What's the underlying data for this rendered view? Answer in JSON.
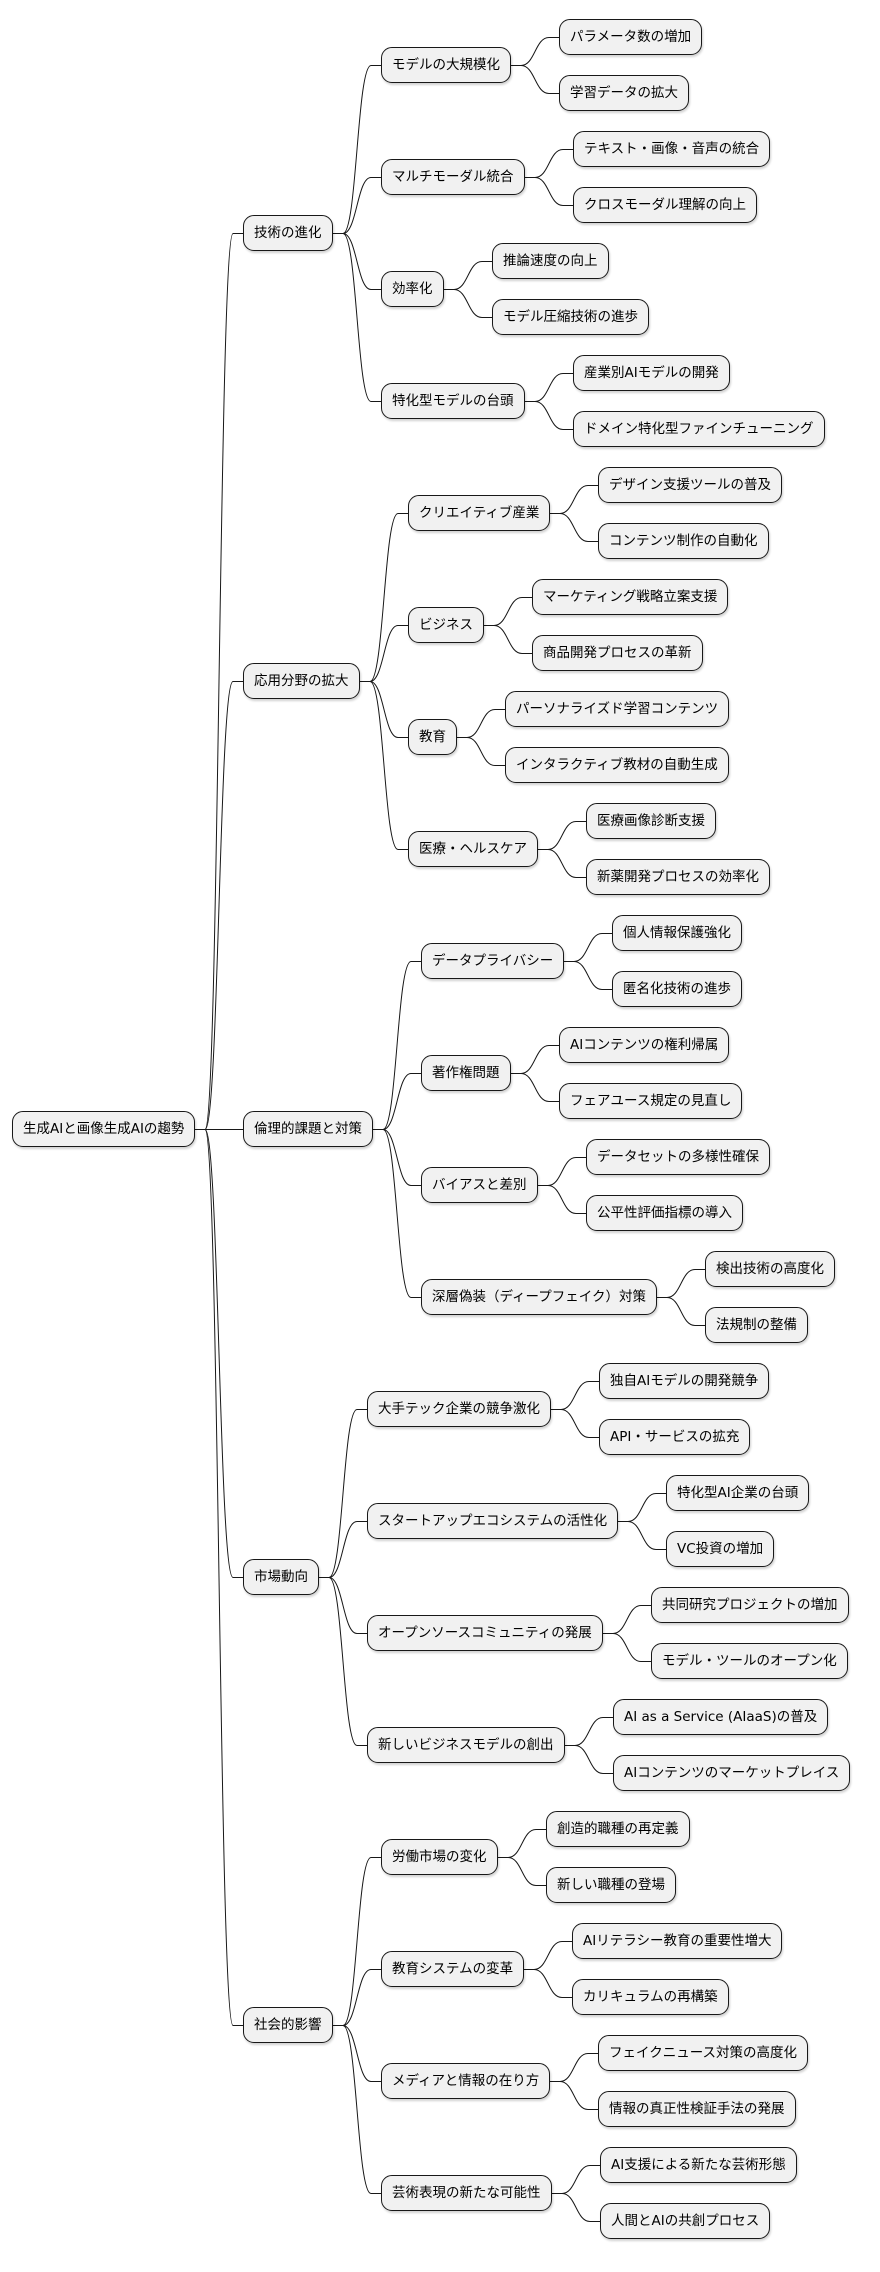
{
  "tree": {
    "label": "生成AIと画像生成AIの趨勢",
    "children": [
      {
        "label": "技術の進化",
        "children": [
          {
            "label": "モデルの大規模化",
            "children": [
              {
                "label": "パラメータ数の増加"
              },
              {
                "label": "学習データの拡大"
              }
            ]
          },
          {
            "label": "マルチモーダル統合",
            "children": [
              {
                "label": "テキスト・画像・音声の統合"
              },
              {
                "label": "クロスモーダル理解の向上"
              }
            ]
          },
          {
            "label": "効率化",
            "children": [
              {
                "label": "推論速度の向上"
              },
              {
                "label": "モデル圧縮技術の進歩"
              }
            ]
          },
          {
            "label": "特化型モデルの台頭",
            "children": [
              {
                "label": "産業別AIモデルの開発"
              },
              {
                "label": "ドメイン特化型ファインチューニング"
              }
            ]
          }
        ]
      },
      {
        "label": "応用分野の拡大",
        "children": [
          {
            "label": "クリエイティブ産業",
            "children": [
              {
                "label": "デザイン支援ツールの普及"
              },
              {
                "label": "コンテンツ制作の自動化"
              }
            ]
          },
          {
            "label": "ビジネス",
            "children": [
              {
                "label": "マーケティング戦略立案支援"
              },
              {
                "label": "商品開発プロセスの革新"
              }
            ]
          },
          {
            "label": "教育",
            "children": [
              {
                "label": "パーソナライズド学習コンテンツ"
              },
              {
                "label": "インタラクティブ教材の自動生成"
              }
            ]
          },
          {
            "label": "医療・ヘルスケア",
            "children": [
              {
                "label": "医療画像診断支援"
              },
              {
                "label": "新薬開発プロセスの効率化"
              }
            ]
          }
        ]
      },
      {
        "label": "倫理的課題と対策",
        "children": [
          {
            "label": "データプライバシー",
            "children": [
              {
                "label": "個人情報保護強化"
              },
              {
                "label": "匿名化技術の進歩"
              }
            ]
          },
          {
            "label": "著作権問題",
            "children": [
              {
                "label": "AIコンテンツの権利帰属"
              },
              {
                "label": "フェアユース規定の見直し"
              }
            ]
          },
          {
            "label": "バイアスと差別",
            "children": [
              {
                "label": "データセットの多様性確保"
              },
              {
                "label": "公平性評価指標の導入"
              }
            ]
          },
          {
            "label": "深層偽装（ディープフェイク）対策",
            "children": [
              {
                "label": "検出技術の高度化"
              },
              {
                "label": "法規制の整備"
              }
            ]
          }
        ]
      },
      {
        "label": "市場動向",
        "children": [
          {
            "label": "大手テック企業の競争激化",
            "children": [
              {
                "label": "独自AIモデルの開発競争"
              },
              {
                "label": "API・サービスの拡充"
              }
            ]
          },
          {
            "label": "スタートアップエコシステムの活性化",
            "children": [
              {
                "label": "特化型AI企業の台頭"
              },
              {
                "label": "VC投資の増加"
              }
            ]
          },
          {
            "label": "オープンソースコミュニティの発展",
            "children": [
              {
                "label": "共同研究プロジェクトの増加"
              },
              {
                "label": "モデル・ツールのオープン化"
              }
            ]
          },
          {
            "label": "新しいビジネスモデルの創出",
            "children": [
              {
                "label": "AI as a Service (AIaaS)の普及"
              },
              {
                "label": "AIコンテンツのマーケットプレイス"
              }
            ]
          }
        ]
      },
      {
        "label": "社会的影響",
        "children": [
          {
            "label": "労働市場の変化",
            "children": [
              {
                "label": "創造的職種の再定義"
              },
              {
                "label": "新しい職種の登場"
              }
            ]
          },
          {
            "label": "教育システムの変革",
            "children": [
              {
                "label": "AIリテラシー教育の重要性増大"
              },
              {
                "label": "カリキュラムの再構築"
              }
            ]
          },
          {
            "label": "メディアと情報の在り方",
            "children": [
              {
                "label": "フェイクニュース対策の高度化"
              },
              {
                "label": "情報の真正性検証手法の発展"
              }
            ]
          },
          {
            "label": "芸術表現の新たな可能性",
            "children": [
              {
                "label": "AI支援による新たな芸術形態"
              },
              {
                "label": "人間とAIの共創プロセス"
              }
            ]
          }
        ]
      }
    ]
  }
}
